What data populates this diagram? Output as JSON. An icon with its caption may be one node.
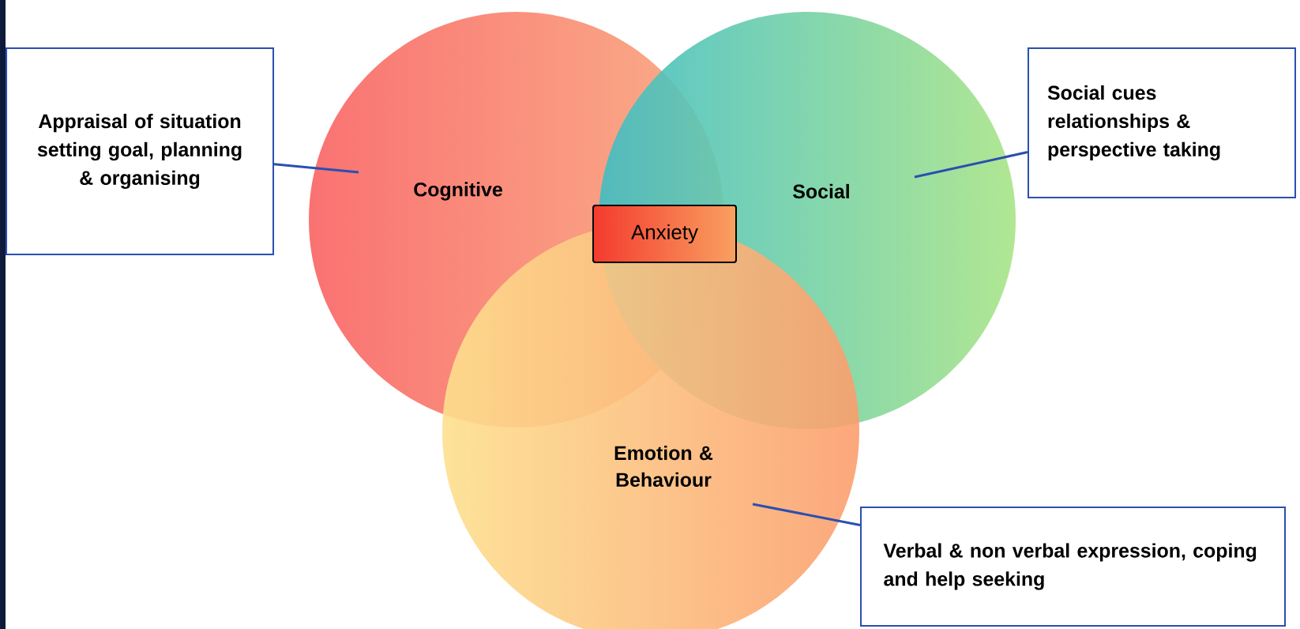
{
  "diagram": {
    "nodes": [
      {
        "text": [
          "Cognitive"
        ]
      },
      {
        "text": [
          "Social"
        ]
      },
      {
        "text": [
          "Emotion & Behaviour"
        ]
      },
      {
        "text": [
          "Anxiety"
        ]
      },
      {
        "text": [
          "Appraisal of situation setting goal, planning & organising"
        ]
      },
      {
        "text": [
          "Social cues relationships & perspective taking"
        ]
      },
      {
        "text": [
          "Verbal & non verbal expression, coping and help seeking"
        ]
      }
    ],
    "edges": [
      {
        "from": 4,
        "to": 0,
        "arrow": "none"
      },
      {
        "from": 5,
        "to": 1,
        "arrow": "none"
      },
      {
        "from": 6,
        "to": 2,
        "arrow": "none"
      }
    ]
  }
}
